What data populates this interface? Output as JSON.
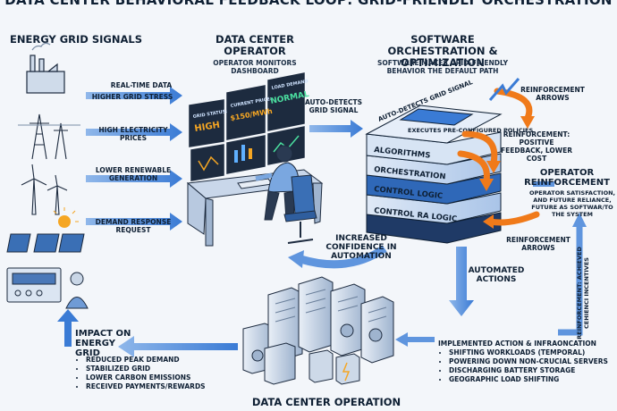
{
  "title": "DATA CENTER BEHAVIORAL FEEDBACK LOOP: GRID-FRIENDLY ORCHESTRATION",
  "grid_signals": {
    "heading": "ENERGY GRID SIGNALS",
    "items": [
      "REAL-TIME DATA",
      "HIGHER GRID STRESS",
      "HIGH ELECTRICITY PRICES",
      "LOWER RENEWABLE GENERATION",
      "DEMAND RESPONSE REQUEST"
    ]
  },
  "operator": {
    "heading": "DATA CENTER OPERATOR",
    "subtitle": "OPERATOR MONITORS DASHBOARD",
    "monitor_grid_status": "GRID STATUS:",
    "monitor_grid_value": "HIGH",
    "monitor_price_label": "CURRENT PRICE:",
    "monitor_price_value": "$150/MWh",
    "monitor_load_label": "LOAD DEMAND",
    "monitor_load_value": "NORMAL"
  },
  "auto_detects_label": "AUTO-DETECTS GRID SIGNAL",
  "software": {
    "heading": "SOFTWARE ORCHESTRATION & OPTIMIZATION",
    "subtitle": "SOFTWARE MAKES GRID-FRIENDLY BEHAVIOR THE DEFAULT PATH",
    "stack_top": "AUTO-DETECTS GRID SIGNAL",
    "stack_policy": "EXECUTES PRE-CONFIGURED POLICIES",
    "layers": [
      "ALGORITHMS",
      "ORCHESTRATION",
      "CONTROL LOGIC",
      "CONTROL RA LOGIC"
    ]
  },
  "reinforcement": {
    "arrows_top": "REINFORCEMENT ARROWS",
    "positive": "REINFORCEMENT: POSITIVE FEEDBACK, LOWER COST",
    "operator_heading": "OPERATOR REINFORCEMENT",
    "operator_text": "OPERATOR SATISFACTION, AND FUTURE RELIANCE, FUTURE AS SOFTWAR/TO THE SYSTEM",
    "arrows_bottom": "REINFORCEMENT ARROWS",
    "vertical": "REINFORCEMENT: ACHIEVED CEHIENCI INCENTIVES"
  },
  "confidence_label": "INCREASED CONFIDENCE IN AUTOMATION",
  "automated_actions_label": "AUTOMATED ACTIONS",
  "impact": {
    "heading": "IMPACT ON ENERGY GRID",
    "items": [
      "REDUCED PEAK DEMAND",
      "STABILIZED GRID",
      "LOWER CARBON EMISSIONS",
      "RECEIVED PAYMENTS/REWARDS"
    ]
  },
  "implemented": {
    "heading": "IMPLEMENTED ACTION & INFRAONCATION",
    "items": [
      "SHIFTING WORKLOADS (TEMPORAL)",
      "POWERING DOWN NON-CRUCIAL SERVERS",
      "DISCHARGING BATTERY STORAGE",
      "GEOGRAPHIC LOAD SHIFTING"
    ]
  },
  "operation_heading": "DATA CENTER OPERATION",
  "colors": {
    "accent_blue": "#3a7bd5",
    "orange": "#f07a1a",
    "dark": "#0e1f33",
    "screen": "#1d2b3f"
  }
}
